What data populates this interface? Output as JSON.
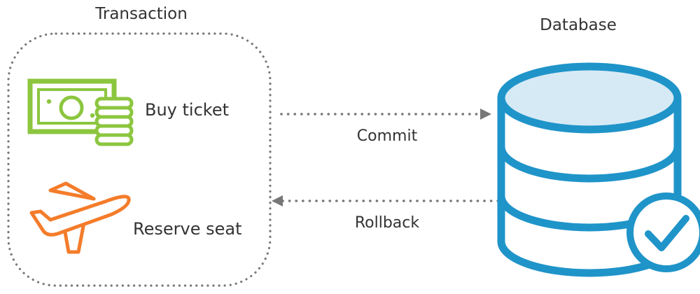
{
  "transaction": {
    "title": "Transaction",
    "steps": [
      {
        "label": "Buy ticket",
        "icon": "money-coins-icon"
      },
      {
        "label": "Reserve seat",
        "icon": "airplane-icon"
      }
    ]
  },
  "database": {
    "title": "Database",
    "icon": "database-icon",
    "badge_icon": "checkmark-circle-icon"
  },
  "arrows": {
    "commit": "Commit",
    "rollback": "Rollback"
  },
  "colors": {
    "text": "#333333",
    "dots": "#777777",
    "money_green": "#8cc63f",
    "plane_orange": "#f47c2a",
    "db_blue": "#1f94c9",
    "db_fill": "#d6eaf5"
  }
}
